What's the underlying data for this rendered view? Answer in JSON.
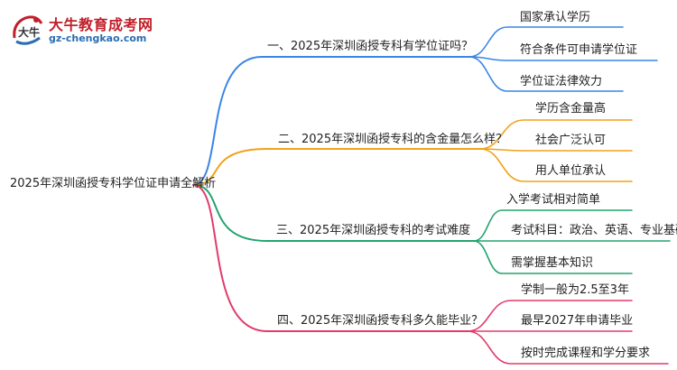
{
  "logo": {
    "title": "大牛教育成考网",
    "url": "gz-chengkao.com",
    "mark_text": "大牛"
  },
  "colors": {
    "branch1": "#3a86e6",
    "branch2": "#f0a21b",
    "branch3": "#23a36e",
    "branch4": "#e23b6c"
  },
  "root": {
    "label": "2025年深圳函授专科学位证申请全解析"
  },
  "branches": [
    {
      "label": "一、2025年深圳函授专科有学位证吗？",
      "leaves": [
        "国家承认学历",
        "符合条件可申请学位证",
        "学位证法律效力"
      ]
    },
    {
      "label": "二、2025年深圳函授专科的含金量怎么样？",
      "leaves": [
        "学历含金量高",
        "社会广泛认可",
        "用人单位承认"
      ]
    },
    {
      "label": "三、2025年深圳函授专科的考试难度",
      "leaves": [
        "入学考试相对简单",
        "考试科目：政治、英语、专业基础",
        "需掌握基本知识"
      ]
    },
    {
      "label": "四、2025年深圳函授专科多久能毕业？",
      "leaves": [
        "学制一般为2.5至3年",
        "最早2027年申请毕业",
        "按时完成课程和学分要求"
      ]
    }
  ]
}
